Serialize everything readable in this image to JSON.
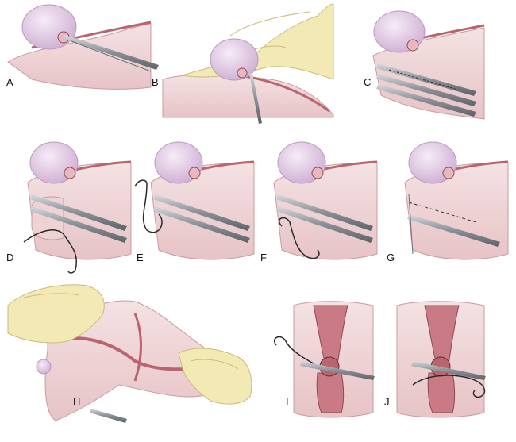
{
  "figure": {
    "panels": [
      {
        "id": "A",
        "label": "A"
      },
      {
        "id": "B",
        "label": "B"
      },
      {
        "id": "C",
        "label": "C"
      },
      {
        "id": "D",
        "label": "D"
      },
      {
        "id": "E",
        "label": "E"
      },
      {
        "id": "F",
        "label": "F"
      },
      {
        "id": "G",
        "label": "G"
      },
      {
        "id": "H",
        "label": "H"
      },
      {
        "id": "I",
        "label": "I"
      },
      {
        "id": "J",
        "label": "J"
      }
    ]
  },
  "colors": {
    "tissue_pink": "#e9c6c9",
    "tissue_light": "#f4e2e3",
    "vessel_red": "#b9646e",
    "ovary_lilac": "#e3cbe6",
    "glove_yellow": "#f3e9b4",
    "instrument_gray": "#8a8f96",
    "suture_dark": "#2a2a2a",
    "background": "#ffffff"
  },
  "icons": [
    "ovary-shape",
    "forceps-instrument",
    "gloved-hand",
    "suture-needle",
    "uterine-body"
  ]
}
